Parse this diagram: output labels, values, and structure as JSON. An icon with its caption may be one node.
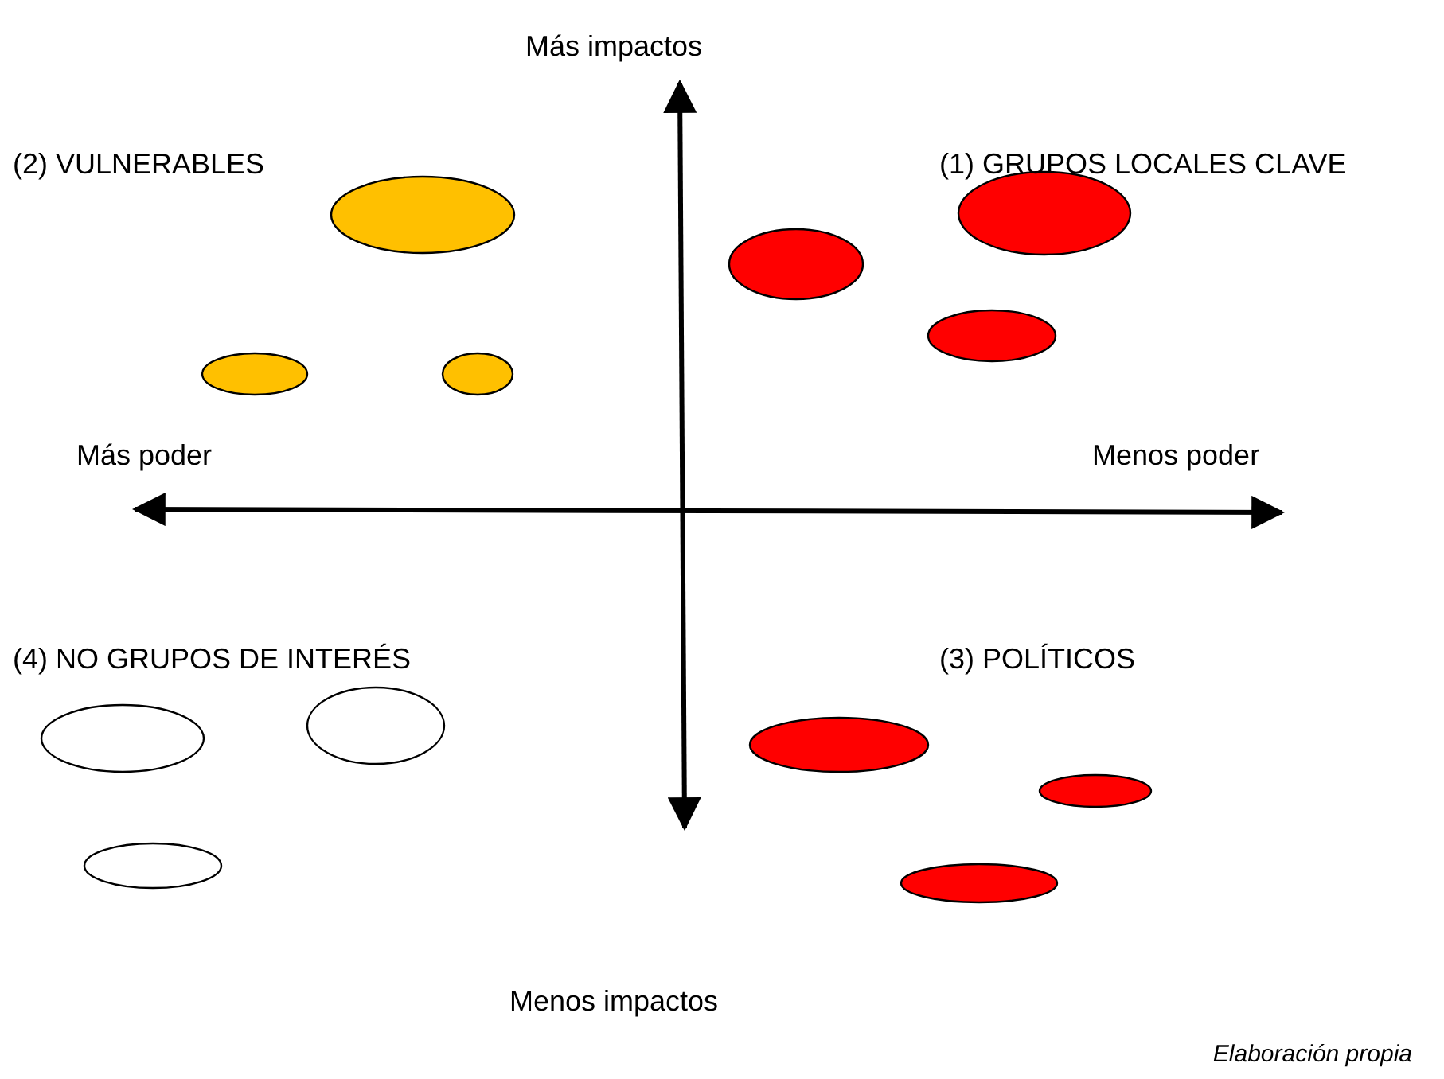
{
  "diagram": {
    "caption": "Elaboración propia",
    "nodes": [
      {
        "text": [],
        "shape": "ellipse"
      },
      {
        "text": [],
        "shape": "ellipse"
      },
      {
        "text": [],
        "shape": "ellipse"
      },
      {
        "text": [],
        "shape": "ellipse"
      },
      {
        "text": [],
        "shape": "ellipse"
      },
      {
        "text": [],
        "shape": "ellipse"
      },
      {
        "text": [],
        "shape": "ellipse"
      },
      {
        "text": [],
        "shape": "ellipse"
      },
      {
        "text": [],
        "shape": "ellipse"
      },
      {
        "text": [],
        "shape": "ellipse"
      },
      {
        "text": [],
        "shape": "ellipse"
      },
      {
        "text": [],
        "shape": "ellipse"
      }
    ],
    "edges": [],
    "labels": [
      "Más impactos",
      "(2) VULNERABLES",
      "(1) GRUPOS LOCALES CLAVE",
      "Más poder",
      "Menos poder",
      "(4) NO GRUPOS DE INTERÉS",
      "(3) POLÍTICOS",
      "Menos impactos"
    ]
  }
}
